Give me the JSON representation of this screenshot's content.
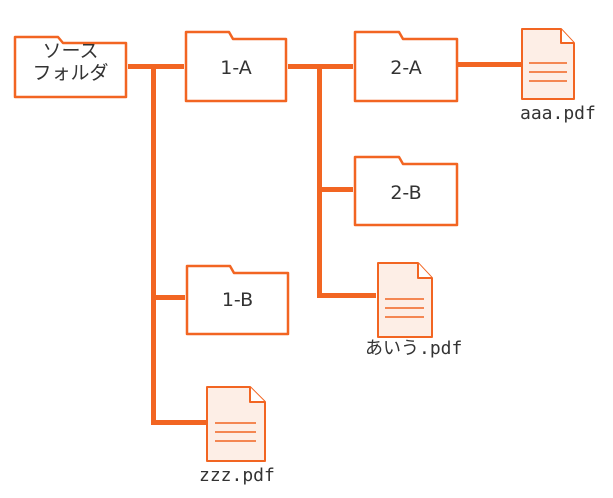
{
  "colors": {
    "accent": "#f26522",
    "text": "#333333",
    "file_fill": "#fdeee6"
  },
  "folders": [
    {
      "id": "source",
      "label": "ソース\nフォルダ",
      "icon": "folder-icon"
    },
    {
      "id": "1a",
      "label": "1-A",
      "icon": "folder-icon"
    },
    {
      "id": "2a",
      "label": "2-A",
      "icon": "folder-icon"
    },
    {
      "id": "2b",
      "label": "2-B",
      "icon": "folder-icon"
    },
    {
      "id": "1b",
      "label": "1-B",
      "icon": "folder-icon"
    }
  ],
  "files": [
    {
      "id": "aaa",
      "name": "aaa.pdf",
      "icon": "pdf-file-icon"
    },
    {
      "id": "aiu",
      "name": "あいう.pdf",
      "icon": "pdf-file-icon"
    },
    {
      "id": "zzz",
      "name": "zzz.pdf",
      "icon": "pdf-file-icon"
    }
  ]
}
